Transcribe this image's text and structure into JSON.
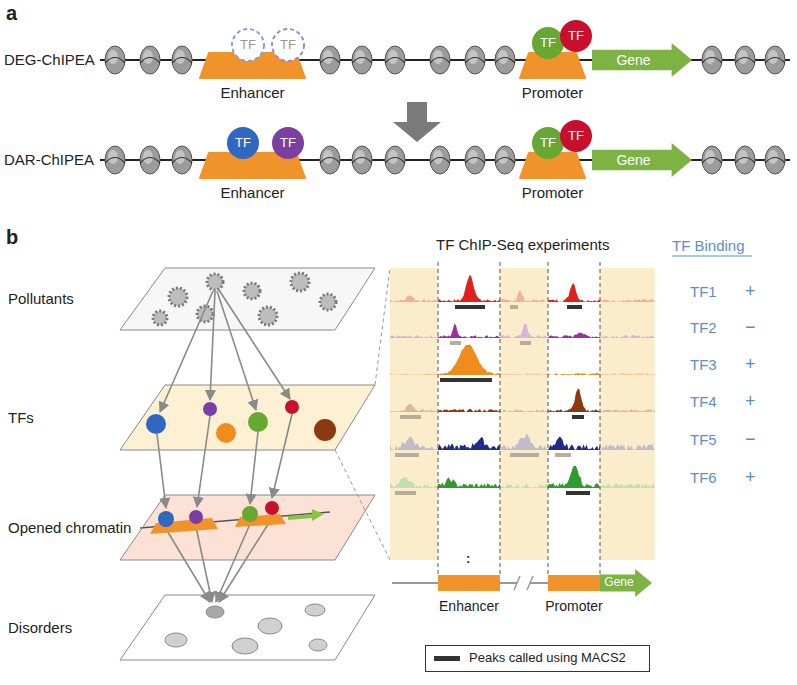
{
  "diagram": {
    "nodes": [
      {
        "text": [
          "Enhancer"
        ]
      },
      {
        "text": [
          "TF"
        ]
      },
      {
        "text": [
          "TF"
        ]
      },
      {
        "text": [
          "Promoter"
        ]
      },
      {
        "text": [
          "TF"
        ]
      },
      {
        "text": [
          "TF"
        ]
      },
      {
        "text": [
          "Gene"
        ]
      },
      {
        "text": [
          "Enhancer"
        ]
      },
      {
        "text": [
          "TF"
        ]
      },
      {
        "text": [
          "TF"
        ]
      },
      {
        "text": [
          "Promoter"
        ]
      },
      {
        "text": [
          "TF"
        ]
      },
      {
        "text": [
          "TF"
        ]
      },
      {
        "text": [
          "Gene"
        ]
      },
      {
        "text": [
          "Pollutants"
        ]
      },
      {
        "text": [
          "TFs"
        ]
      },
      {
        "text": [
          "Opened chromatin"
        ]
      },
      {
        "text": [
          "Disorders"
        ]
      },
      {
        "text": [
          "Enhancer"
        ]
      },
      {
        "text": [
          "Promoter"
        ]
      },
      {
        "text": [
          "Gene"
        ]
      }
    ],
    "labels": [
      "a",
      "DEG-ChIPEA",
      "DAR-ChIPEA",
      "b",
      "TF ChIP-Seq experiments",
      "TF Binding",
      "TF1",
      "TF2",
      "TF3",
      "TF4",
      "TF5",
      "TF6",
      "+",
      "−",
      "+",
      "+",
      "−",
      "+",
      ":"
    ],
    "legend": [
      {
        "text": "Peaks called using MACS2"
      }
    ]
  }
}
